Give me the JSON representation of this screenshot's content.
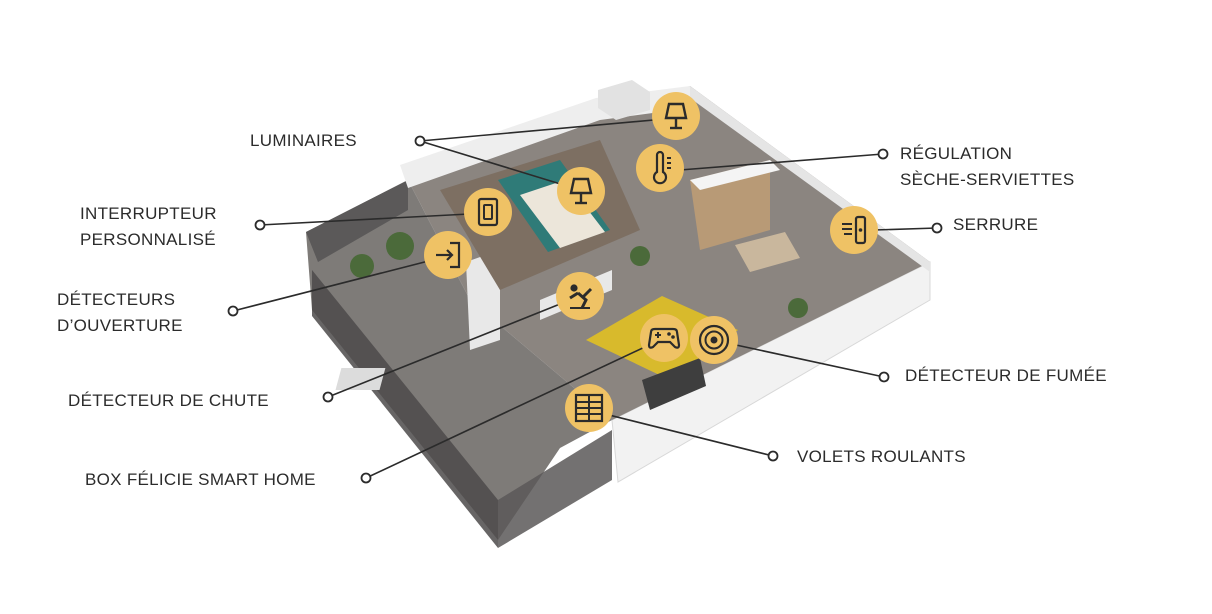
{
  "colors": {
    "accent": "#efc265",
    "icon_stroke": "#2b2b2b",
    "line": "#2b2b2b",
    "rug": "#d8ba2c",
    "teal": "#2f7b78"
  },
  "labels": {
    "luminaires": "LUMINAIRES",
    "regulation_l1": "RÉGULATION",
    "regulation_l2": "SÈCHE-SERVIETTES",
    "interrupteur_l1": "INTERRUPTEUR",
    "interrupteur_l2": "PERSONNALISÉ",
    "serrure": "SERRURE",
    "detecteurs_l1": "DÉTECTEURS",
    "detecteurs_l2": "D’OUVERTURE",
    "detecteur_fumee": "DÉTECTEUR DE FUMÉE",
    "detecteur_chute": "DÉTECTEUR DE CHUTE",
    "volets": "VOLETS ROULANTS",
    "box": "BOX FÉLICIE SMART HOME"
  },
  "icons": [
    "lamp-icon",
    "lamp-icon",
    "thermometer-icon",
    "wall-switch-icon",
    "door-sensor-icon",
    "smart-lock-icon",
    "fall-detection-icon",
    "gamepad-icon",
    "smoke-detector-icon",
    "roller-shutter-icon"
  ]
}
